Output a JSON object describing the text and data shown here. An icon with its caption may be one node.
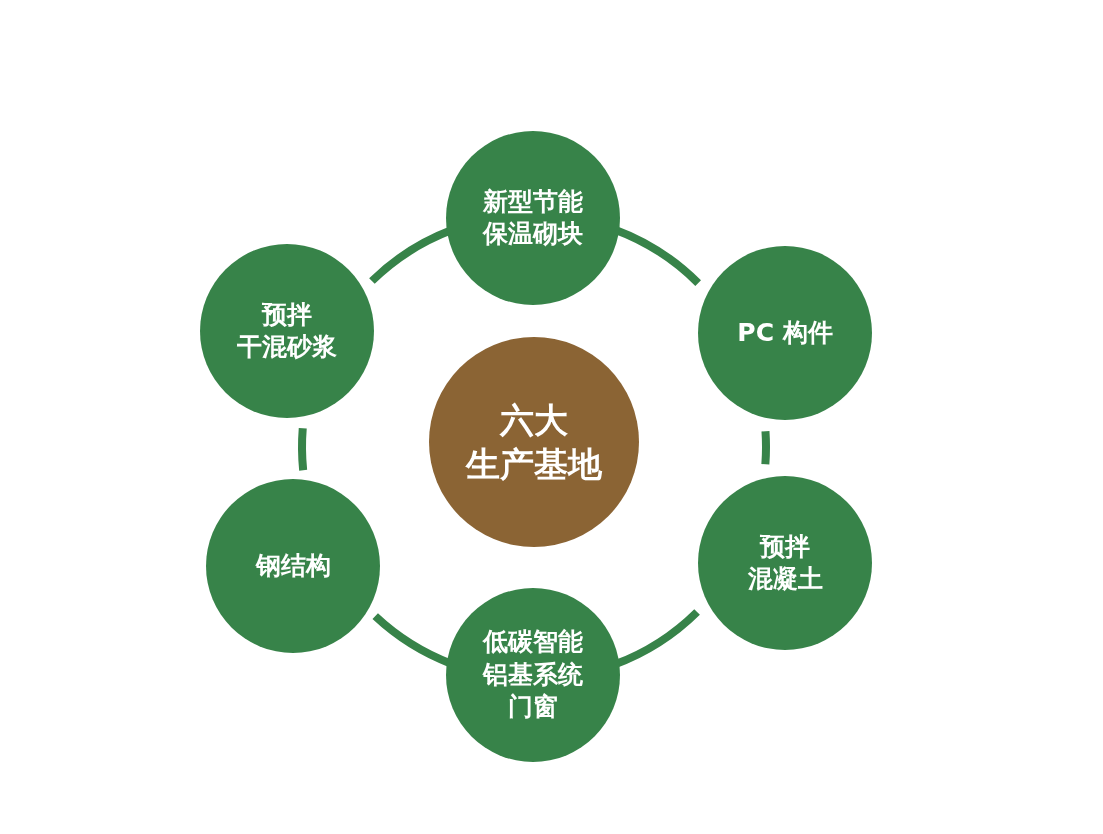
{
  "diagram": {
    "nodes": [
      {
        "text": [
          "六大",
          "生产基地"
        ]
      },
      {
        "text": [
          "新型节能保温砌块"
        ]
      },
      {
        "text": [
          "PC 构件"
        ]
      },
      {
        "text": [
          "预拌",
          "混凝土"
        ]
      },
      {
        "text": [
          "低碳智能铝基系统门窗"
        ]
      },
      {
        "text": [
          "钢结构"
        ]
      },
      {
        "text": [
          "预拌",
          "干混砂浆"
        ]
      }
    ],
    "edges": [
      {
        "from": 1,
        "to": 2,
        "arrow": "none"
      },
      {
        "from": 2,
        "to": 3,
        "arrow": "none"
      },
      {
        "from": 3,
        "to": 4,
        "arrow": "none"
      },
      {
        "from": 4,
        "to": 5,
        "arrow": "none"
      },
      {
        "from": 5,
        "to": 6,
        "arrow": "none"
      },
      {
        "from": 6,
        "to": 1,
        "arrow": "none"
      }
    ]
  }
}
